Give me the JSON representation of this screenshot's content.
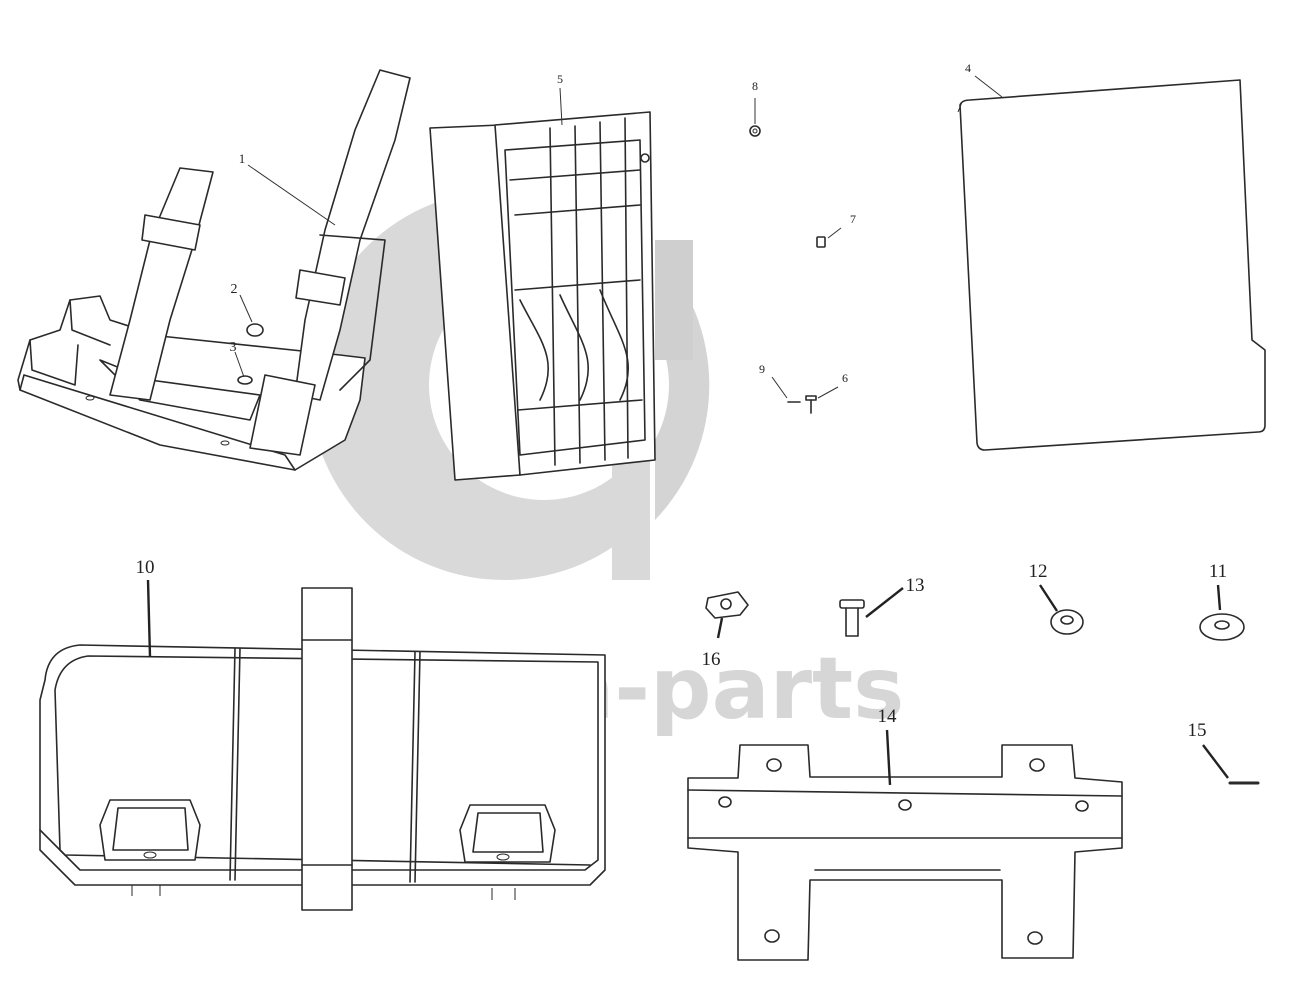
{
  "watermark": {
    "text": "data-parts",
    "color": "#d6d6d6"
  },
  "callouts": [
    {
      "id": "1",
      "label": "1"
    },
    {
      "id": "2",
      "label": "2"
    },
    {
      "id": "3",
      "label": "3"
    },
    {
      "id": "4",
      "label": "4"
    },
    {
      "id": "5",
      "label": "5"
    },
    {
      "id": "6",
      "label": "6"
    },
    {
      "id": "7",
      "label": "7"
    },
    {
      "id": "8",
      "label": "8"
    },
    {
      "id": "9",
      "label": "9"
    },
    {
      "id": "10",
      "label": "10"
    },
    {
      "id": "11",
      "label": "11"
    },
    {
      "id": "12",
      "label": "12"
    },
    {
      "id": "13",
      "label": "13"
    },
    {
      "id": "14",
      "label": "14"
    },
    {
      "id": "15",
      "label": "15"
    },
    {
      "id": "16",
      "label": "16"
    }
  ]
}
